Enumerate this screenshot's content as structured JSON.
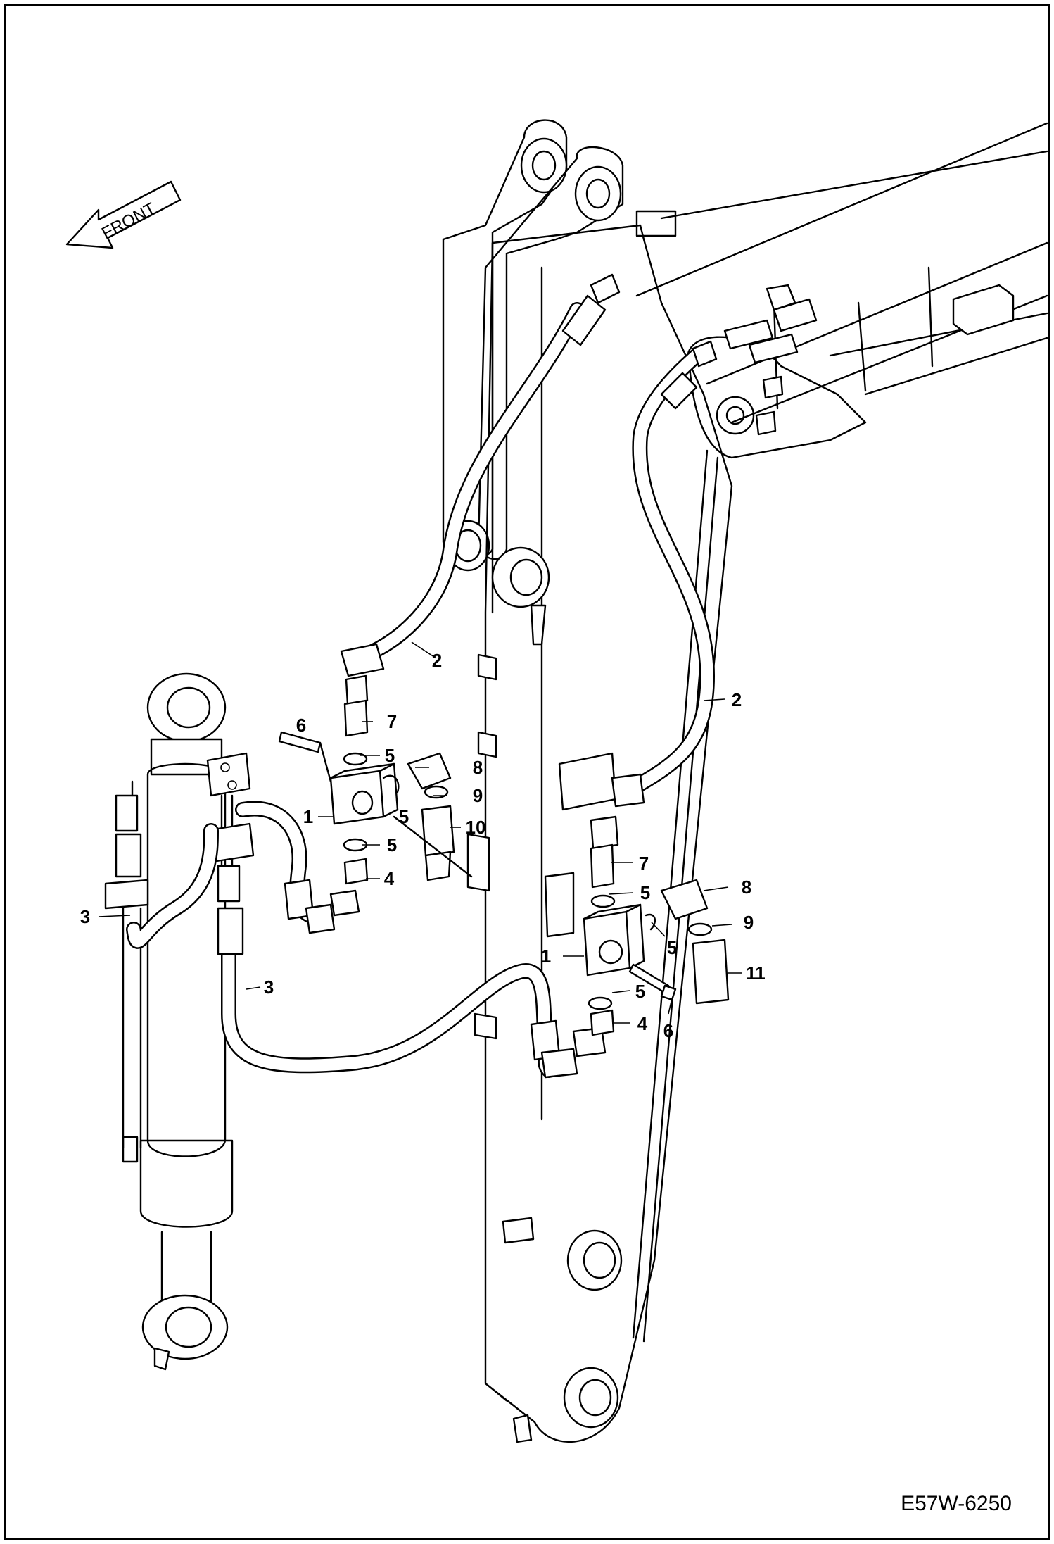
{
  "drawing": {
    "direction_label": "FRONT",
    "drawing_code": "E57W-6250"
  },
  "callouts": [
    {
      "id": "c2a",
      "label": "2"
    },
    {
      "id": "c2b",
      "label": "2"
    },
    {
      "id": "c3a",
      "label": "3"
    },
    {
      "id": "c3b",
      "label": "3"
    },
    {
      "id": "c6a",
      "label": "6"
    },
    {
      "id": "c7a",
      "label": "7"
    },
    {
      "id": "c5a",
      "label": "5"
    },
    {
      "id": "c8a",
      "label": "8"
    },
    {
      "id": "c9a",
      "label": "9"
    },
    {
      "id": "c1a",
      "label": "1"
    },
    {
      "id": "c5b",
      "label": "5"
    },
    {
      "id": "c10a",
      "label": "10"
    },
    {
      "id": "c5c",
      "label": "5"
    },
    {
      "id": "c4a",
      "label": "4"
    },
    {
      "id": "c7b",
      "label": "7"
    },
    {
      "id": "c8b",
      "label": "8"
    },
    {
      "id": "c5d",
      "label": "5"
    },
    {
      "id": "c9b",
      "label": "9"
    },
    {
      "id": "c5e",
      "label": "5"
    },
    {
      "id": "c1b",
      "label": "1"
    },
    {
      "id": "c11a",
      "label": "11"
    },
    {
      "id": "c5f",
      "label": "5"
    },
    {
      "id": "c4b",
      "label": "4"
    },
    {
      "id": "c6b",
      "label": "6"
    }
  ]
}
